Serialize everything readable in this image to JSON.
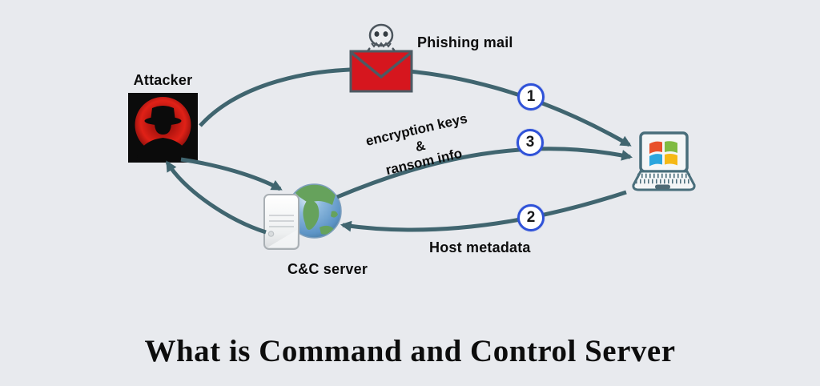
{
  "title": "What is Command and Control Server",
  "nodes": {
    "attacker": {
      "label": "Attacker"
    },
    "phishing_mail": {
      "label": "Phishing mail"
    },
    "cc_server": {
      "label": "C&C server"
    },
    "victim_computer": {
      "label": ""
    }
  },
  "steps": [
    {
      "number": "1",
      "description": "Phishing mail",
      "from": "Attacker",
      "to": "Victim computer"
    },
    {
      "number": "2",
      "description": "Host metadata",
      "from": "Victim computer",
      "to": "C&C server"
    },
    {
      "number": "3",
      "description": "encryption keys & ransom info",
      "from": "C&C server",
      "to": "Victim computer"
    }
  ],
  "edge_labels": {
    "encryption_line1": "encryption keys",
    "encryption_line2": "&",
    "encryption_line3": "ransom info",
    "host_metadata": "Host metadata"
  },
  "colors": {
    "background": "#e8eaee",
    "arrow": "#40656f",
    "badge_border": "#2f52d8",
    "envelope_red": "#d6161e",
    "title_text": "#0d0d0d"
  }
}
